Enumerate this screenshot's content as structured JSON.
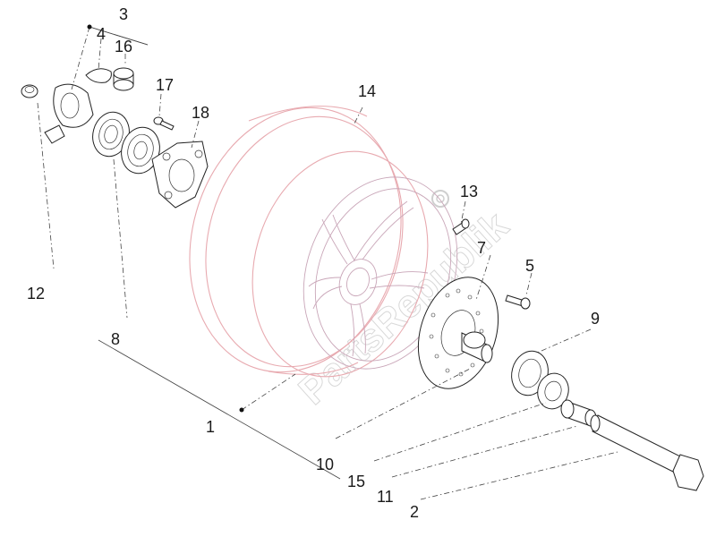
{
  "diagram": {
    "callouts": [
      {
        "id": "1",
        "label": "1"
      },
      {
        "id": "2",
        "label": "2"
      },
      {
        "id": "3",
        "label": "3"
      },
      {
        "id": "4",
        "label": "4"
      },
      {
        "id": "5",
        "label": "5"
      },
      {
        "id": "7",
        "label": "7"
      },
      {
        "id": "8",
        "label": "8"
      },
      {
        "id": "9",
        "label": "9"
      },
      {
        "id": "10",
        "label": "10"
      },
      {
        "id": "11",
        "label": "11"
      },
      {
        "id": "12",
        "label": "12"
      },
      {
        "id": "13",
        "label": "13"
      },
      {
        "id": "14",
        "label": "14"
      },
      {
        "id": "15",
        "label": "15"
      },
      {
        "id": "16",
        "label": "16"
      },
      {
        "id": "17",
        "label": "17"
      },
      {
        "id": "18",
        "label": "18"
      }
    ],
    "watermark": "PartsRepublik"
  }
}
